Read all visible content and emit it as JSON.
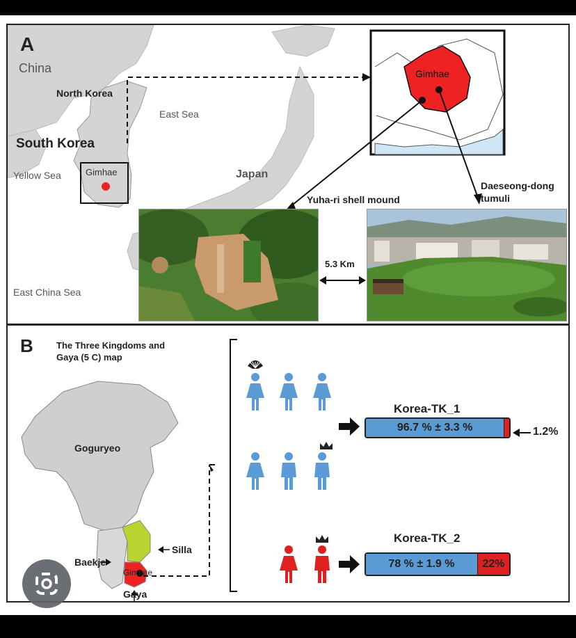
{
  "panel_a": {
    "letter": "A",
    "countries": {
      "china": "China",
      "north_korea": "North Korea",
      "south_korea": "South Korea",
      "japan": "Japan"
    },
    "seas": {
      "east_sea": "East Sea",
      "yellow_sea": "Yellow Sea",
      "east_china_sea": "East China Sea"
    },
    "inset_city": "Gimhae",
    "zoom_city": "Gimhae",
    "site_1": "Yuha-ri shell mound",
    "site_2": "Daeseong-dong tumuli",
    "distance": "5.3 Km"
  },
  "panel_b": {
    "letter": "B",
    "map_title": "The Three Kingdoms and Gaya (5 C) map",
    "kingdoms": {
      "goguryeo": "Goguryeo",
      "silla": "Silla",
      "baekje": "Baekje",
      "gaya": "Gaya",
      "gimhae": "Gimhae"
    },
    "group_1": {
      "name": "Korea-TK_1",
      "segments": [
        {
          "label": "96.7 % ± 3.3 %",
          "value": 96.7,
          "color": "#5b9bd5"
        },
        {
          "label": "",
          "value": 3.3,
          "color": "#e02020"
        }
      ],
      "callout": "1.2%"
    },
    "group_2": {
      "name": "Korea-TK_2",
      "segments": [
        {
          "label": "78 % ± 1.9 %",
          "value": 78,
          "color": "#5b9bd5"
        },
        {
          "label": "22%",
          "value": 22,
          "color": "#e02020"
        }
      ]
    }
  },
  "colors": {
    "land": "#d4d4d4",
    "sea": "#ffffff",
    "highlight": "#ee2222",
    "person_blue": "#5b9bd5",
    "person_red": "#e02020",
    "silla": "#b8d430"
  }
}
